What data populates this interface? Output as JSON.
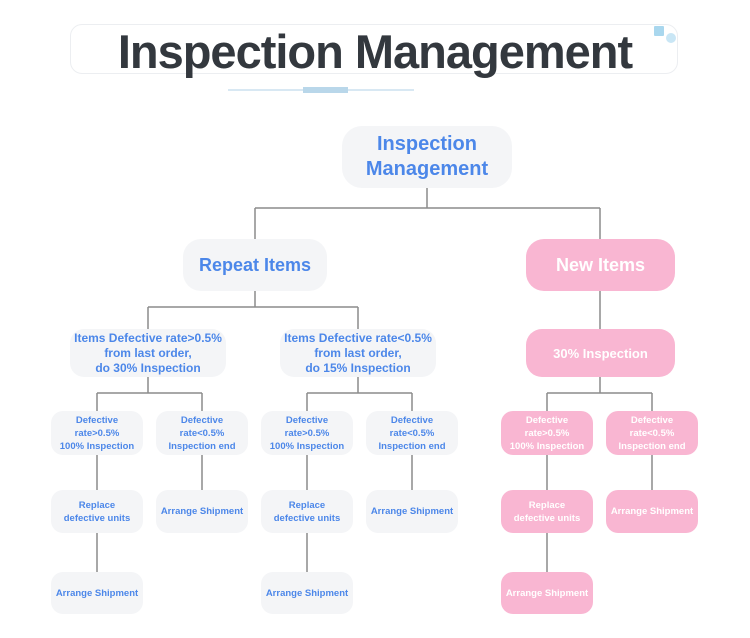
{
  "colors": {
    "accent_blue": "#4C87E9",
    "pink": "#F9B6D2",
    "node_gray": "#F4F5F7",
    "title_dark": "#33383E",
    "line_gray": "#8C8C8C",
    "underline_light": "#D8E8F3",
    "underline_dark": "#B9D7EA"
  },
  "header": {
    "title": "Inspection Management"
  },
  "nodes": {
    "root": "Inspection\nManagement",
    "repeat_items": "Repeat Items",
    "new_items": "New Items",
    "repeat_high": "Items Defective rate>0.5%\nfrom last order,\ndo 30% Inspection",
    "repeat_low": "Items Defective rate<0.5%\nfrom last order,\ndo 15% Inspection",
    "new_inspection": "30% Inspection",
    "r1_high": "Defective rate>0.5%\n100% Inspection",
    "r1_low": "Defective rate<0.5%\nInspection end",
    "r2_high": "Defective rate>0.5%\n100% Inspection",
    "r2_low": "Defective rate<0.5%\nInspection end",
    "n_high": "Defective rate>0.5%\n100% Inspection",
    "n_low": "Defective rate<0.5%\nInspection end",
    "r1_replace": "Replace\ndefective units",
    "r1_ship": "Arrange Shipment",
    "r2_replace": "Replace\ndefective units",
    "r2_ship": "Arrange Shipment",
    "n_replace": "Replace\ndefective units",
    "n_ship": "Arrange Shipment",
    "r1_final": "Arrange Shipment",
    "r2_final": "Arrange Shipment",
    "n_final": "Arrange Shipment"
  }
}
